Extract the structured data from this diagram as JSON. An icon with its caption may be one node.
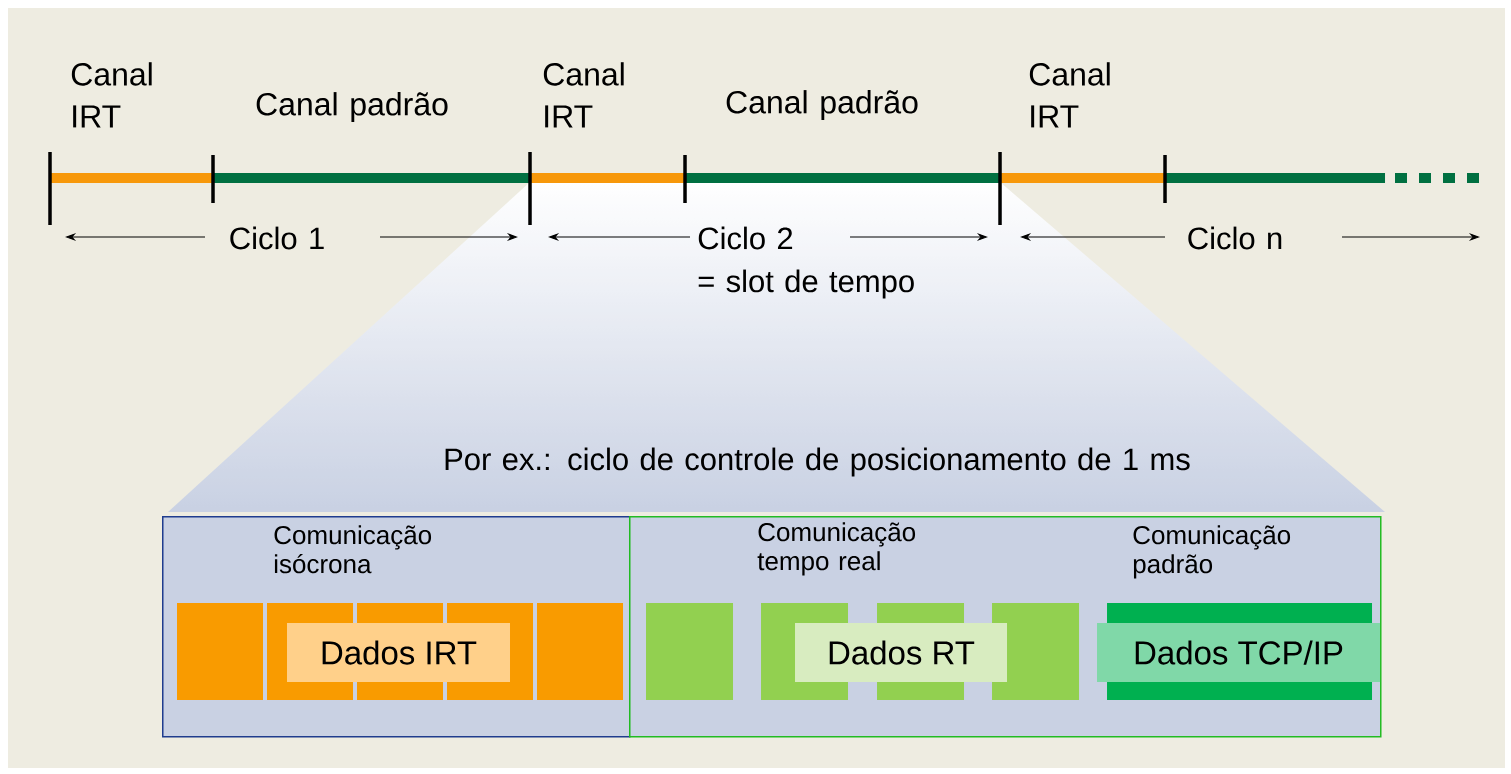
{
  "diagram": {
    "nodes": [
      {
        "text": [
          "Comunicação isócrona"
        ]
      },
      {
        "text": [
          "Comunicação tempo real",
          "Comunicação padrão"
        ]
      },
      {
        "text": [
          "Dados IRT"
        ],
        "in": 0
      },
      {
        "text": [
          "Dados RT"
        ],
        "in": 1
      },
      {
        "text": [
          "Dados TCP/IP"
        ],
        "in": 1
      }
    ],
    "labels": [
      "Canal IRT",
      "Canal padrão",
      "Canal IRT",
      "Canal padrão",
      "Canal IRT",
      "Ciclo 1",
      "Ciclo 2",
      "= slot de tempo",
      "Ciclo n",
      "Por ex.: ciclo de controle de posicionamento de 1 ms"
    ]
  }
}
